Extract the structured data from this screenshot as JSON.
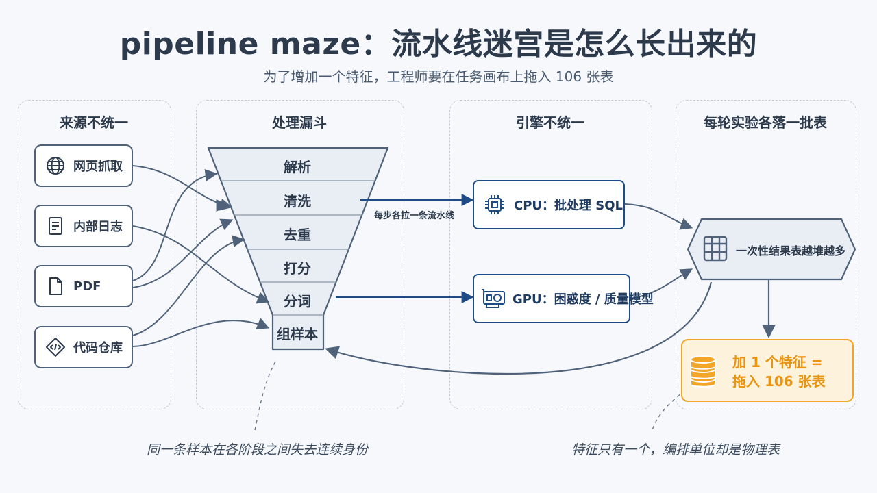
{
  "title": "pipeline maze：流水线迷宫是怎么长出来的",
  "subtitle": "为了增加一个特征，工程师要在任务画布上拖入 106 张表",
  "panels": {
    "sources": "来源不统一",
    "funnel": "处理漏斗",
    "engines": "引擎不统一",
    "results": "每轮实验各落一批表"
  },
  "sources": [
    {
      "label": "网页抓取",
      "icon": "globe-icon"
    },
    {
      "label": "内部日志",
      "icon": "log-document-icon"
    },
    {
      "label": "PDF",
      "icon": "file-icon"
    },
    {
      "label": "代码仓库",
      "icon": "code-icon"
    }
  ],
  "funnel_stages": [
    "解析",
    "清洗",
    "去重",
    "打分",
    "分词",
    "组样本"
  ],
  "edge_label": "每步各拉一条流水线",
  "engines": [
    {
      "label": "CPU：批处理 SQL",
      "icon": "cpu-chip-icon"
    },
    {
      "label": "GPU：困惑度 / 质量模型",
      "icon": "gpu-card-icon"
    }
  ],
  "result_table": {
    "label": "一次性结果表越堆越多",
    "icon": "table-icon"
  },
  "outcome": {
    "line1": "加 1 个特征 =",
    "line2": "拖入 106 张表",
    "icon": "database-icon",
    "color": "#f2a526"
  },
  "notes": {
    "left": "同一条样本在各阶段之间失去连续身份",
    "right": "特征只有一个，编排单位却是物理表"
  },
  "colors": {
    "primary": "#1f4c86",
    "stroke": "#50627a",
    "accent": "#f2a526"
  }
}
